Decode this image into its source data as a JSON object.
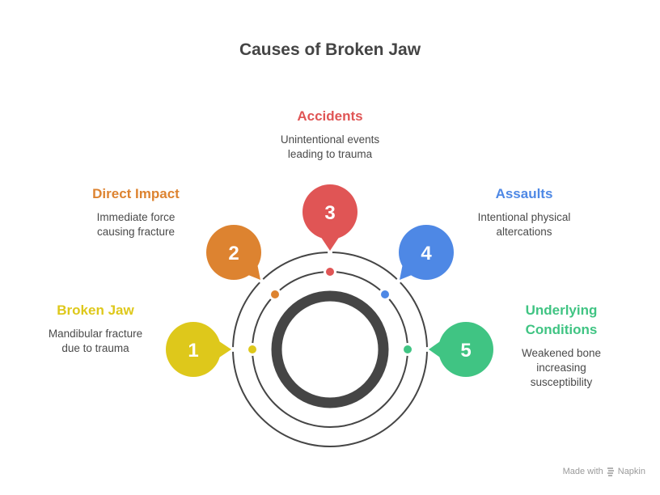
{
  "title": "Causes of Broken Jaw",
  "colors": {
    "ring": "#454545",
    "yellow": "#DEC81B",
    "orange": "#DD8330",
    "red": "#E05555",
    "blue": "#4E88E5",
    "green": "#40C483"
  },
  "items": [
    {
      "number": "1",
      "title": "Broken Jaw",
      "description_lines": [
        "Mandibular fracture",
        "due to trauma"
      ],
      "color": "#DEC81B"
    },
    {
      "number": "2",
      "title": "Direct Impact",
      "description_lines": [
        "Immediate force",
        "causing fracture"
      ],
      "color": "#DD8330"
    },
    {
      "number": "3",
      "title": "Accidents",
      "description_lines": [
        "Unintentional events",
        "leading to trauma"
      ],
      "color": "#E05555"
    },
    {
      "number": "4",
      "title": "Assaults",
      "description_lines": [
        "Intentional physical",
        "altercations"
      ],
      "color": "#4E88E5"
    },
    {
      "number": "5",
      "title_lines": [
        "Underlying",
        "Conditions"
      ],
      "description_lines": [
        "Weakened bone",
        "increasing",
        "susceptibility"
      ],
      "color": "#40C483"
    }
  ],
  "footer": {
    "made_with": "Made with",
    "brand": "Napkin",
    "icon": "napkin-logo-icon"
  }
}
